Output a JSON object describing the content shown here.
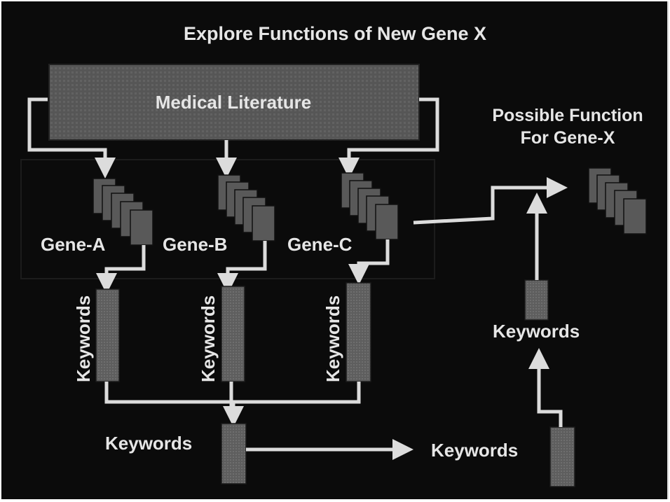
{
  "title": "Explore Functions of New Gene X",
  "source_box": {
    "label": "Medical Literature"
  },
  "result_label": {
    "line1": "Possible Function",
    "line2": "For Gene-X"
  },
  "genes": [
    {
      "label": "Gene-A"
    },
    {
      "label": "Gene-B"
    },
    {
      "label": "Gene-C"
    }
  ],
  "keywords_label": "Keywords",
  "colors": {
    "background": "#0b0b0b",
    "text": "#e6e6e6",
    "arrows": "#dcdcdc",
    "box": "#5a5a5a"
  }
}
